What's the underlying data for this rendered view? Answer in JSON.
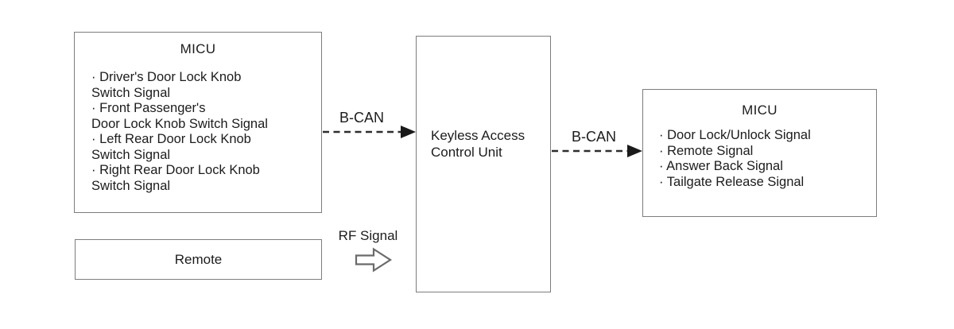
{
  "diagram": {
    "left_micu": {
      "title": "MICU",
      "lines": [
        "· Driver's Door Lock Knob",
        "Switch Signal",
        "· Front Passenger's",
        "Door Lock Knob Switch Signal",
        "· Left Rear Door Lock Knob",
        "Switch Signal",
        "· Right Rear Door Lock Knob",
        "Switch Signal"
      ]
    },
    "remote": {
      "label": "Remote"
    },
    "control_unit": {
      "line1": "Keyless Access",
      "line2": "Control Unit"
    },
    "right_micu": {
      "title": "MICU",
      "lines": [
        "· Door Lock/Unlock Signal",
        "· Remote Signal",
        "· Answer Back Signal",
        "· Tailgate Release Signal"
      ]
    },
    "arrows": {
      "bcan_left_label": "B-CAN",
      "bcan_right_label": "B-CAN",
      "rf_label": "RF Signal"
    },
    "colors": {
      "box_border": "#7d7d7d",
      "dashed_arrow": "#2e2e2e",
      "arrowhead": "#1a1a1a",
      "block_arrow_outline": "#6a6a6a",
      "text": "#1c1c1c",
      "background": "#ffffff"
    }
  }
}
